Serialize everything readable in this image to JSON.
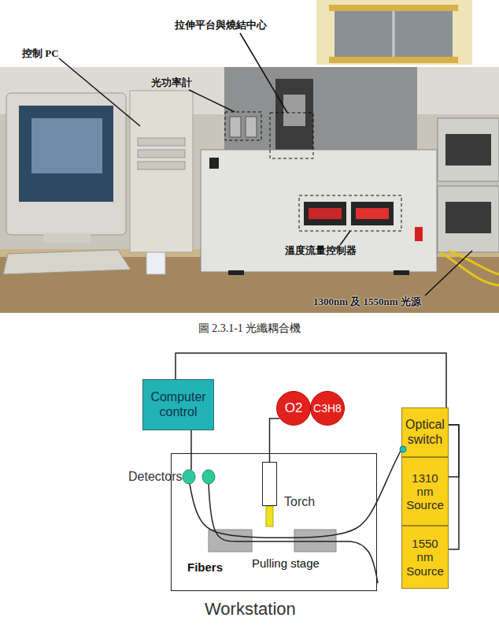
{
  "diagram": {
    "caption": "圖 2.3.1-1 光纖耦合機",
    "nodes": [
      {
        "text": [
          "Computer control"
        ]
      },
      {
        "text": [
          "O2"
        ]
      },
      {
        "text": [
          "C3H8"
        ]
      },
      {
        "text": [
          "Optical switch"
        ]
      },
      {
        "text": [
          "1310 nm Source"
        ]
      },
      {
        "text": [
          "1550 nm Source"
        ]
      },
      {
        "text": [
          "Workstation"
        ]
      },
      {
        "text": [
          "Detectors"
        ],
        "in": 6
      },
      {
        "text": [
          "Torch"
        ],
        "in": 6
      }
    ],
    "edges": [
      {
        "from": 0,
        "to": 3,
        "arrow": "none"
      },
      {
        "from": 0,
        "to": 7,
        "arrow": "none"
      },
      {
        "from": 8,
        "to": 1,
        "arrow": "none"
      },
      {
        "from": 3,
        "to": 4,
        "arrow": "none"
      },
      {
        "from": 3,
        "to": 5,
        "arrow": "none"
      },
      {
        "from": 3,
        "to": 7,
        "arrow": "none"
      }
    ],
    "labels": [
      "拉伸平台與燒結中心",
      "控制 PC",
      "光功率計",
      "溫度流量控制器",
      "1300nm 及 1550nm 光源",
      "Fibers",
      "Pulling stage"
    ]
  }
}
